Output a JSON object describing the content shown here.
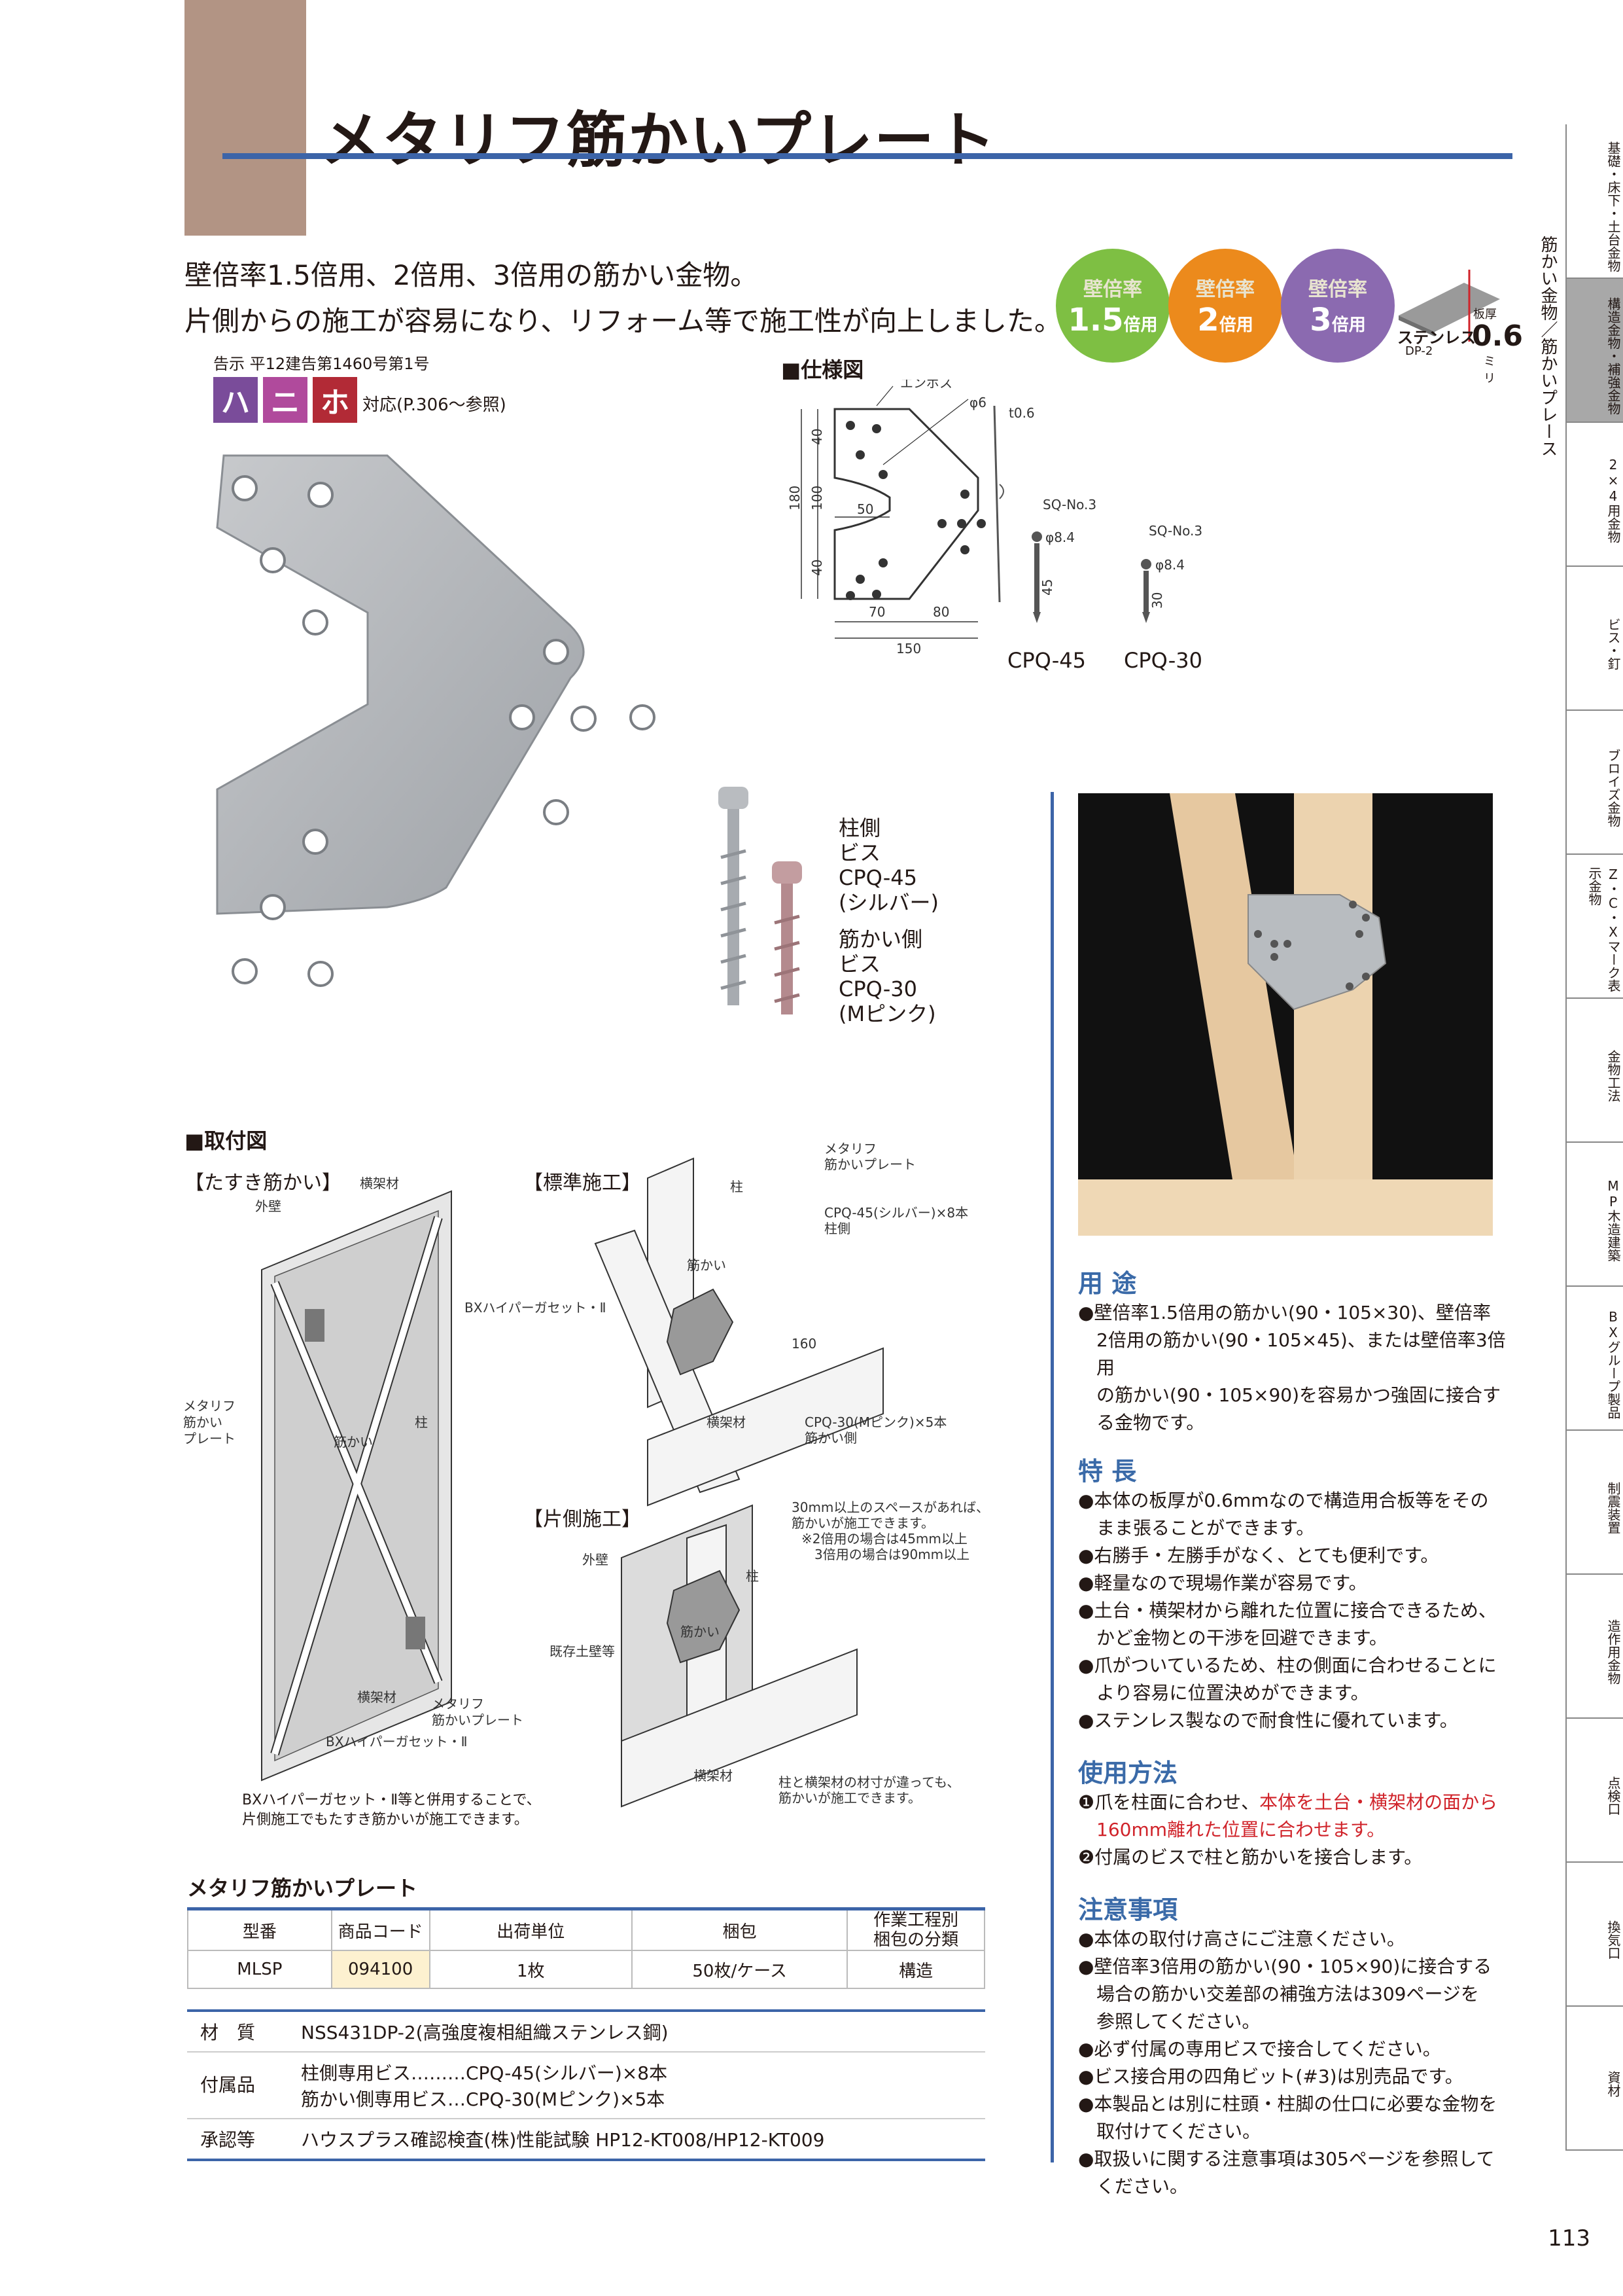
{
  "header": {
    "title": "メタリフ筋かいプレート"
  },
  "lead": {
    "line1": "壁倍率1.5倍用、2倍用、3倍用の筋かい金物。",
    "line2": "片側からの施工が容易になり、リフォーム等で施工性が向上しました。"
  },
  "notice": "告示 平12建告第1460号第1号",
  "badges": [
    {
      "label": "ハ",
      "color": "#7a4c9a"
    },
    {
      "label": "ニ",
      "color": "#b04a9c"
    },
    {
      "label": "ホ",
      "color": "#b22a36"
    }
  ],
  "badge_ref": "対応(P.306〜参照)",
  "ratings": [
    {
      "l1": "壁倍率",
      "num": "1.5",
      "unit": "倍用",
      "bg": "#7ebf43",
      "fg": "#ffffff"
    },
    {
      "l1": "壁倍率",
      "num": "2",
      "unit": "倍用",
      "bg": "#ec8a1c",
      "fg": "#ffffff"
    },
    {
      "l1": "壁倍率",
      "num": "3",
      "unit": "倍用",
      "bg": "#8b6ab0",
      "fg": "#ffffff"
    }
  ],
  "material_icon": {
    "name": "ステンレス",
    "code": "DP-2",
    "thickness_label": "板厚",
    "thickness": "0.6",
    "unit": "ミリ"
  },
  "spec_diagram": {
    "heading": "■仕様図",
    "emboss": "エンボス",
    "hole": "φ6",
    "t": "t0.6",
    "dims": {
      "h40a": "40",
      "h100": "100",
      "h40b": "40",
      "h180": "180",
      "w50": "50",
      "w70": "70",
      "w80": "80",
      "w150": "150"
    },
    "screw1": {
      "sq": "SQ-No.3",
      "dia": "φ8.4",
      "len": "45",
      "name": "CPQ-45"
    },
    "screw2": {
      "sq": "SQ-No.3",
      "dia": "φ8.4",
      "len": "30",
      "name": "CPQ-30"
    }
  },
  "screws": {
    "silver": [
      "柱側",
      "ビス",
      "CPQ-45",
      "(シルバー)"
    ],
    "pink": [
      "筋かい側",
      "ビス",
      "CPQ-30",
      "(Mピンク)"
    ]
  },
  "install": {
    "heading": "■取付図",
    "tasuki": "【たすき筋かい】",
    "standard": "【標準施工】",
    "oneside": "【片側施工】",
    "labels": {
      "gaiheki": "外壁",
      "okazai": "横架材",
      "bx": "BXハイパーガセット・Ⅱ",
      "plate1": "メタリフ",
      "plate2": "筋かい",
      "plate3": "プレート",
      "sujikai": "筋かい",
      "hashira": "柱",
      "okazai2": "横架材",
      "mplate1": "メタリフ",
      "mplate2": "筋かいプレート",
      "bx2": "BXハイパーガセット・Ⅱ",
      "std_plate1": "メタリフ",
      "std_plate2": "筋かいプレート",
      "std_cpq45": "CPQ-45(シルバー)×8本",
      "std_cpq45b": "柱側",
      "std_160": "160",
      "std_cpq30": "CPQ-30(Mピンク)×5本",
      "std_cpq30b": "筋かい側",
      "std_hashira": "柱",
      "std_sujikai": "筋かい",
      "std_okazai": "横架材",
      "os_note1": "30mm以上のスペースがあれば、",
      "os_note2": "筋かいが施工できます。",
      "os_note3": "※2倍用の場合は45mm以上",
      "os_note4": "3倍用の場合は90mm以上",
      "os_gaiheki": "外壁",
      "os_hashira": "柱",
      "os_sujikai": "筋かい",
      "os_kison": "既存土壁等",
      "os_okazai": "横架材",
      "os_note5": "柱と横架材の材寸が違っても、",
      "os_note6": "筋かいが施工できます。"
    },
    "caption1": "BXハイパーガセット・Ⅱ等と併用することで、",
    "caption2": "片側施工でもたすき筋かいが施工できます。"
  },
  "product_table": {
    "title": "メタリフ筋かいプレート",
    "headers": [
      "型番",
      "商品コード",
      "出荷単位",
      "梱包",
      "作業工程別",
      "梱包の分類"
    ],
    "row": [
      "MLSP",
      "094100",
      "1枚",
      "50枚/ケース",
      "構造"
    ]
  },
  "attributes": [
    {
      "key": "材　質",
      "values": [
        "NSS431DP-2(高強度複相組織ステンレス鋼)"
      ]
    },
    {
      "key": "付属品",
      "values": [
        "柱側専用ビス………CPQ-45(シルバー)×8本",
        "筋かい側専用ビス…CPQ-30(Mピンク)×5本"
      ]
    },
    {
      "key": "承認等",
      "values": [
        "ハウスプラス確認検査(株)性能試験 HP12-KT008/HP12-KT009"
      ]
    }
  ],
  "right": {
    "use_head": "用 途",
    "use": [
      "●壁倍率1.5倍用の筋かい(90・105×30)、壁倍率",
      "2倍用の筋かい(90・105×45)、または壁倍率3倍用",
      "の筋かい(90・105×90)を容易かつ強固に接合す",
      "る金物です。"
    ],
    "feat_head": "特 長",
    "feat": [
      "●本体の板厚が0.6mmなので構造用合板等をその",
      "まま張ることができます。",
      "●右勝手・左勝手がなく、とても便利です。",
      "●軽量なので現場作業が容易です。",
      "●土台・横架材から離れた位置に接合できるため、",
      "かど金物との干渉を回避できます。",
      "●爪がついているため、柱の側面に合わせることに",
      "より容易に位置決めができます。",
      "●ステンレス製なので耐食性に優れています。"
    ],
    "method_head": "使用方法",
    "method1a": "❶爪を柱面に合わせ、",
    "method1b": "本体を土台・横架材の面から",
    "method1c": "160mm離れた位置に合わせます。",
    "method2": "❷付属のビスで柱と筋かいを接合します。",
    "caution_head": "注意事項",
    "caution": [
      "●本体の取付け高さにご注意ください。",
      "●壁倍率3倍用の筋かい(90・105×90)に接合する",
      "場合の筋かい交差部の補強方法は309ページを",
      "参照してください。",
      "●必ず付属の専用ビスで接合してください。",
      "●ビス接合用の四角ビット(#3)は別売品です。",
      "●本製品とは別に柱頭・柱脚の仕口に必要な金物を",
      "取付けてください。",
      "●取扱いに関する注意事項は305ページを参照して",
      "ください。"
    ]
  },
  "side_index": {
    "vertical_title": "筋かい金物／筋かいプレース",
    "tabs": [
      "基礎・床下・土台金物",
      "構造金物・補強金物",
      "2×4用金物",
      "ビス・釘",
      "ブロイズ金物",
      "Z・C・Xマーク表示金物",
      "金物工法",
      "MP木造建築",
      "BXグループ製品",
      "制震装置",
      "造作用金物",
      "点検口",
      "換気口",
      "資材"
    ]
  },
  "page_number": "113",
  "colors": {
    "accent_blue": "#3c64a8",
    "title_block": "#b29484",
    "red": "#d0232a"
  }
}
